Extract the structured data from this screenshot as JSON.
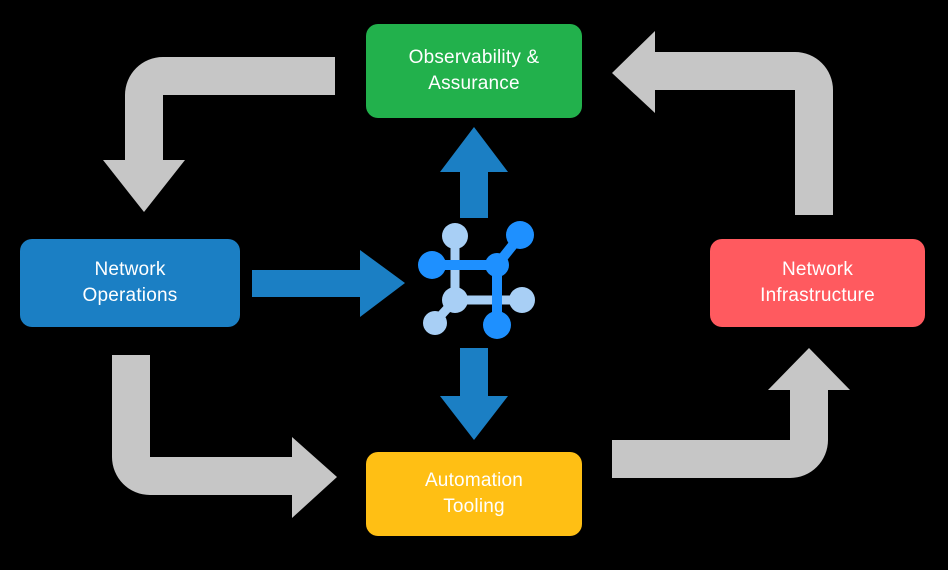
{
  "diagram": {
    "title": "Network operations lifecycle diagram",
    "background_color": "#000000",
    "nodes": [
      {
        "id": "observability",
        "label": "Observability &\nAssurance",
        "color": "#22B14C",
        "text_color": "#ffffff",
        "position": "top"
      },
      {
        "id": "network-operations",
        "label": "Network\nOperations",
        "color": "#1B7FC4",
        "text_color": "#ffffff",
        "position": "left"
      },
      {
        "id": "network-infrastructure",
        "label": "Network\nInfrastructure",
        "color": "#FF5A5F",
        "text_color": "#ffffff",
        "position": "right"
      },
      {
        "id": "automation-tooling",
        "label": "Automation\nTooling",
        "color": "#FFBF14",
        "text_color": "#ffffff",
        "position": "bottom"
      }
    ],
    "center_icon": {
      "name": "network-topology-icon",
      "node_color_dark": "#1E90FF",
      "node_color_light": "#A8CFF5"
    },
    "connectors": {
      "accent_color": "#1B7FC4",
      "flow_color": "#C6C6C6",
      "arrows": [
        {
          "id": "center-to-observability",
          "from": "center",
          "to": "observability",
          "style": "accent",
          "direction": "up"
        },
        {
          "id": "network-operations-to-center",
          "from": "network-operations",
          "to": "center",
          "style": "accent",
          "direction": "right"
        },
        {
          "id": "center-to-automation-tooling",
          "from": "center",
          "to": "automation-tooling",
          "style": "accent",
          "direction": "down"
        },
        {
          "id": "observability-to-network-operations",
          "from": "observability",
          "to": "network-operations",
          "style": "flow",
          "direction": "down"
        },
        {
          "id": "network-operations-to-automation-tooling",
          "from": "network-operations",
          "to": "automation-tooling",
          "style": "flow",
          "direction": "right"
        },
        {
          "id": "network-infrastructure-to-observability",
          "from": "network-infrastructure",
          "to": "observability",
          "style": "flow",
          "direction": "left"
        },
        {
          "id": "automation-tooling-to-network-infrastructure",
          "from": "automation-tooling",
          "to": "network-infrastructure",
          "style": "flow",
          "direction": "up"
        }
      ]
    }
  }
}
